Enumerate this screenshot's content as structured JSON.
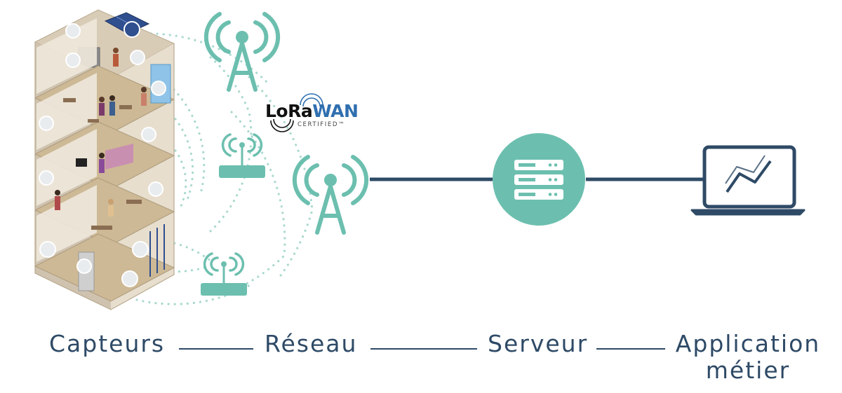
{
  "steps": {
    "sensors": "Capteurs",
    "network": "Réseau",
    "server": "Serveur",
    "application_line1": "Application",
    "application_line2": "métier"
  },
  "logo": {
    "brand_part1": "LoRa",
    "brand_part2": "WAN",
    "certified": "CERTIFIED",
    "trademark": "™"
  },
  "colors": {
    "teal": "#6cbfaf",
    "navy": "#2e4a66",
    "logo_blue": "#2f6fb0"
  },
  "icons": {
    "building": "building-cutaway-icon",
    "antenna": "antenna-tower-icon",
    "gateway": "gateway-router-icon",
    "server": "server-icon",
    "laptop": "laptop-chart-icon"
  }
}
